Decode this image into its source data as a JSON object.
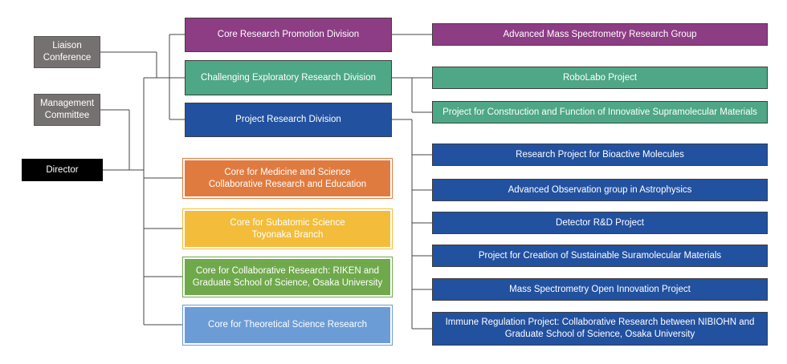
{
  "colors": {
    "gray": "#767171",
    "black": "#000000",
    "purple": "#8d3d84",
    "teal": "#4ea786",
    "navy": "#2251a0",
    "orange": "#e07b3f",
    "yellow": "#f3bd3b",
    "green": "#6fa94b",
    "light_blue": "#6b9cd6"
  },
  "governance": {
    "liaison": "Liaison\nConference",
    "management": "Management\nCommittee",
    "director": "Director"
  },
  "divisions": [
    "Core Research Promotion Division",
    "Challenging Exploratory Research Division",
    "Project Research Division"
  ],
  "cores": [
    "Core for Medicine and Science\nCollaborative Research and Education",
    "Core for Subatomic Science\nToyonaka Branch",
    "Core for Collaborative Research: RIKEN and\nGraduate School of Science, Osaka University",
    "Core for Theoretical Science Research"
  ],
  "groups": [
    "Advanced Mass Spectrometry Research Group",
    "RoboLabo Project",
    "Project for Construction and Function of Innovative Supramolecular Materials",
    "Research Project for Bioactive Molecules",
    "Advanced Observation group in Astrophysics",
    "Detector R&D Project",
    "Project for Creation of Sustainable Suramolecular Materials",
    "Mass Spectrometry Open Innovation Project",
    "Immune Regulation Project: Collaborative Research between NIBIOHN and\nGraduate School of Science, Osaka University"
  ]
}
